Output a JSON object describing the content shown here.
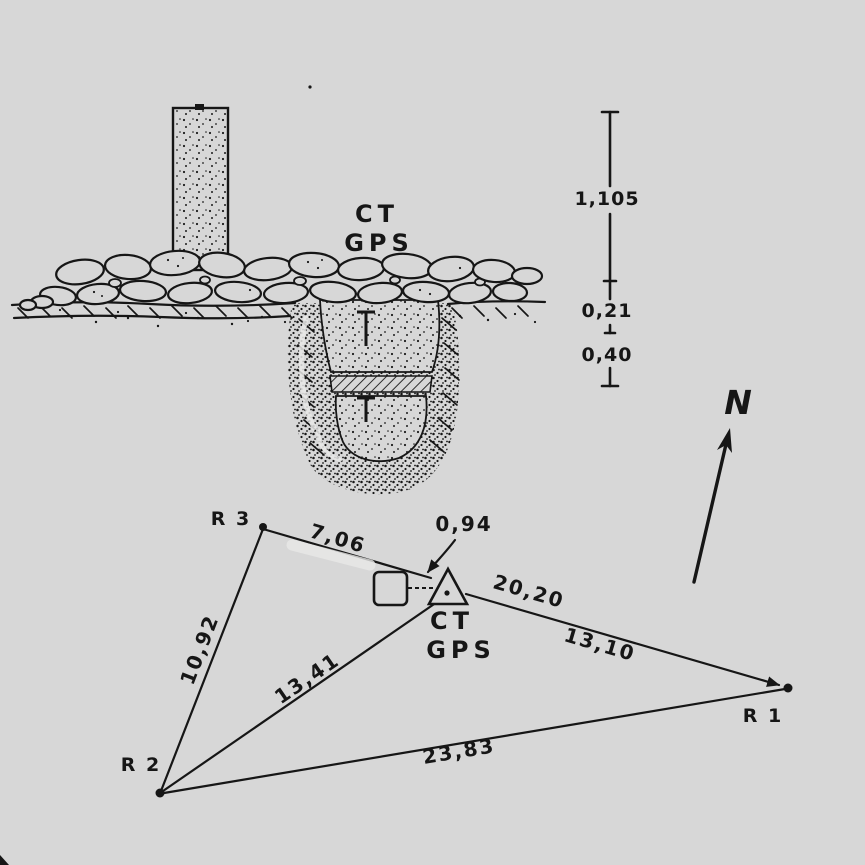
{
  "canvas": {
    "bg": "#d7d7d7",
    "ink": "#161616",
    "whiteout": "#e9e9e7"
  },
  "cross_section": {
    "station_label": {
      "line1": "CT",
      "line2": "GPS"
    }
  },
  "scale_bar": {
    "height_above_ground": "1,105",
    "depth_mark_1": "0,21",
    "depth_mark_2": "0,40"
  },
  "north": {
    "label": "N"
  },
  "plan": {
    "station_label": {
      "line1": "CT",
      "line2": "GPS"
    },
    "points": {
      "r3": "R 3",
      "r2": "R 2",
      "r1": "R 1"
    },
    "distances": {
      "offset_mark": "0,94",
      "r3_to_station": "7,06",
      "r3_to_r1": "20,20",
      "station_to_r1": "13,10",
      "r3_to_r2": "10,92",
      "r2_to_station": "13,41",
      "r2_to_r1": "23,83"
    }
  }
}
